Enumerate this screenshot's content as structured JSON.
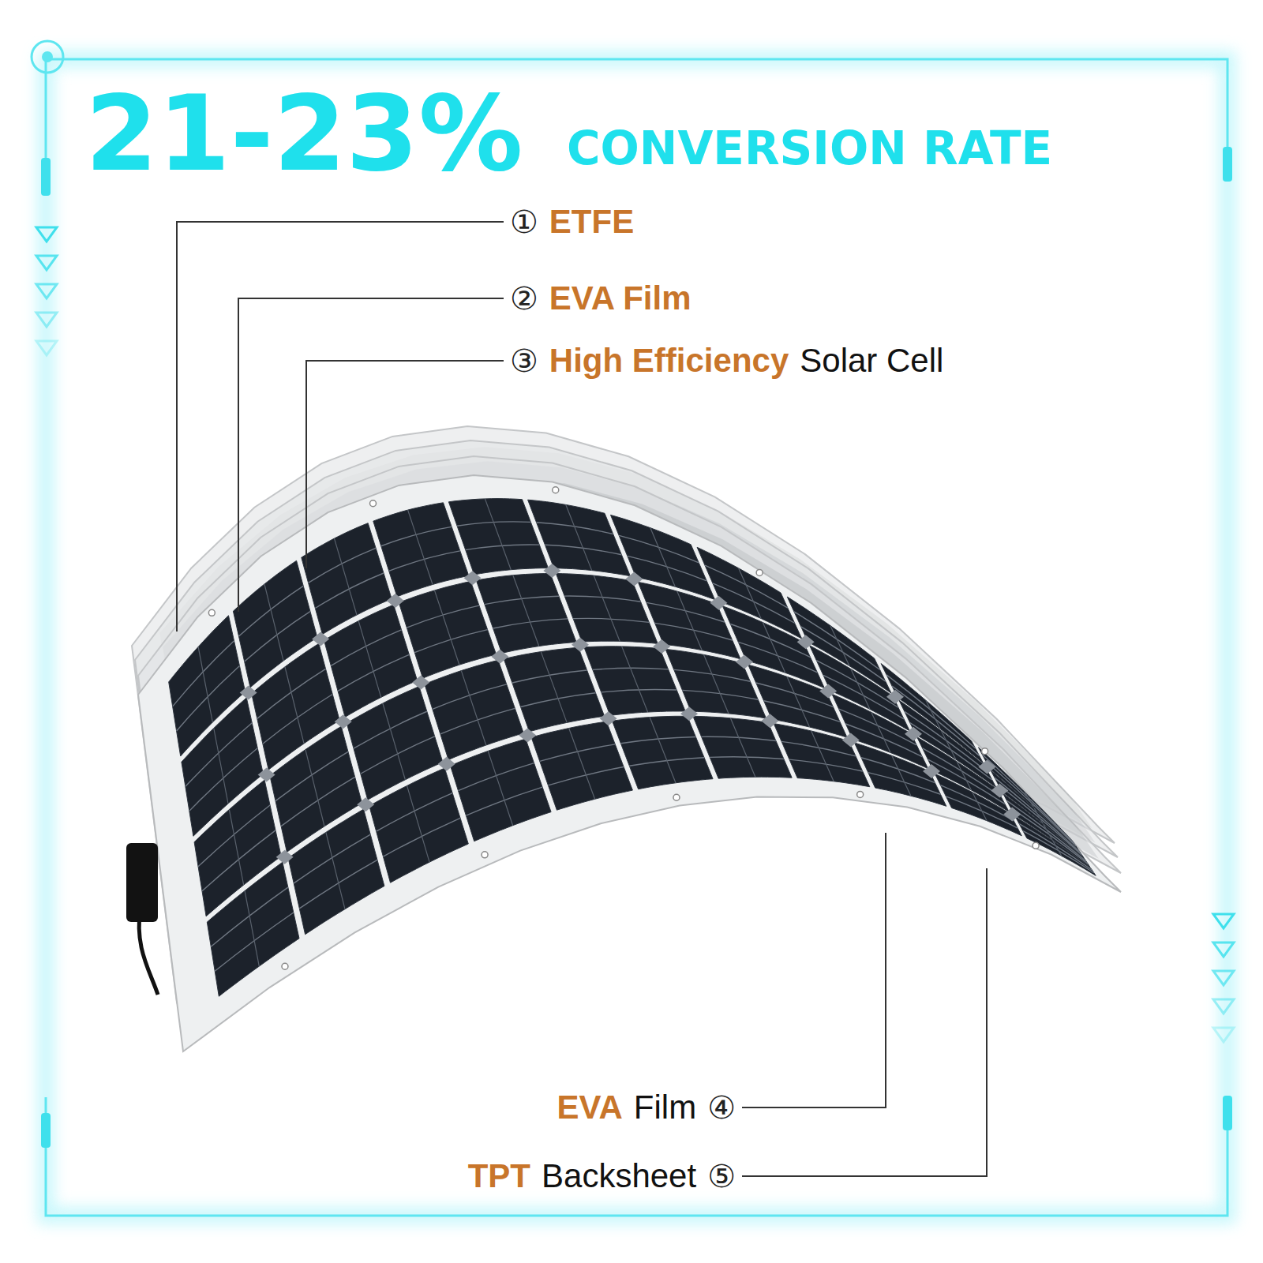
{
  "diagram": {
    "title": "21-23%",
    "labels": [
      "CONVERSION RATE",
      "①",
      "ETFE",
      "②",
      "EVA Film",
      "③",
      "High Efficiency",
      "Solar Cell",
      "EVA",
      "Film",
      "④",
      "TPT",
      "Backsheet",
      "⑤"
    ]
  }
}
